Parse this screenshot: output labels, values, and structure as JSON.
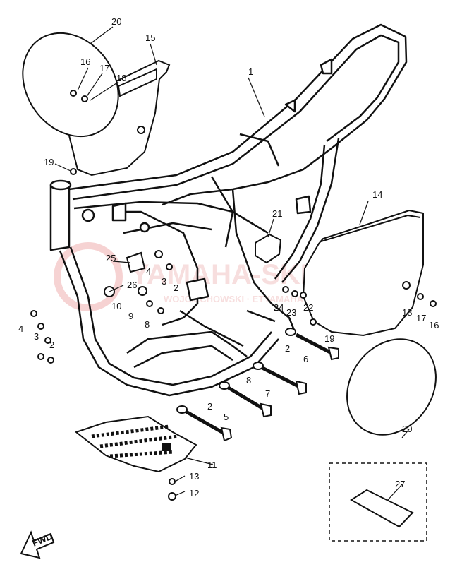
{
  "diagram": {
    "watermark": {
      "main": "YAMAHA-SKLEP.PL",
      "sub": "WOJCIECHOWSKI · ETYAMAHA"
    },
    "fwd_label": "FWD",
    "callouts": [
      {
        "id": "c1",
        "text": "1"
      },
      {
        "id": "c2a",
        "text": "2"
      },
      {
        "id": "c2b",
        "text": "2"
      },
      {
        "id": "c2c",
        "text": "2"
      },
      {
        "id": "c2d",
        "text": "2"
      },
      {
        "id": "c3a",
        "text": "3"
      },
      {
        "id": "c3b",
        "text": "3"
      },
      {
        "id": "c4a",
        "text": "4"
      },
      {
        "id": "c4b",
        "text": "4"
      },
      {
        "id": "c5",
        "text": "5"
      },
      {
        "id": "c6",
        "text": "6"
      },
      {
        "id": "c7",
        "text": "7"
      },
      {
        "id": "c8a",
        "text": "8"
      },
      {
        "id": "c8b",
        "text": "8"
      },
      {
        "id": "c9",
        "text": "9"
      },
      {
        "id": "c10",
        "text": "10"
      },
      {
        "id": "c11",
        "text": "11"
      },
      {
        "id": "c12",
        "text": "12"
      },
      {
        "id": "c13",
        "text": "13"
      },
      {
        "id": "c14",
        "text": "14"
      },
      {
        "id": "c15",
        "text": "15"
      },
      {
        "id": "c16a",
        "text": "16"
      },
      {
        "id": "c16b",
        "text": "16"
      },
      {
        "id": "c17a",
        "text": "17"
      },
      {
        "id": "c17b",
        "text": "17"
      },
      {
        "id": "c18a",
        "text": "18"
      },
      {
        "id": "c18b",
        "text": "18"
      },
      {
        "id": "c19a",
        "text": "19"
      },
      {
        "id": "c19b",
        "text": "19"
      },
      {
        "id": "c20a",
        "text": "20"
      },
      {
        "id": "c20b",
        "text": "20"
      },
      {
        "id": "c21",
        "text": "21"
      },
      {
        "id": "c22",
        "text": "22"
      },
      {
        "id": "c23",
        "text": "23"
      },
      {
        "id": "c24",
        "text": "24"
      },
      {
        "id": "c25",
        "text": "25"
      },
      {
        "id": "c26",
        "text": "26"
      },
      {
        "id": "c27",
        "text": "27"
      }
    ]
  }
}
